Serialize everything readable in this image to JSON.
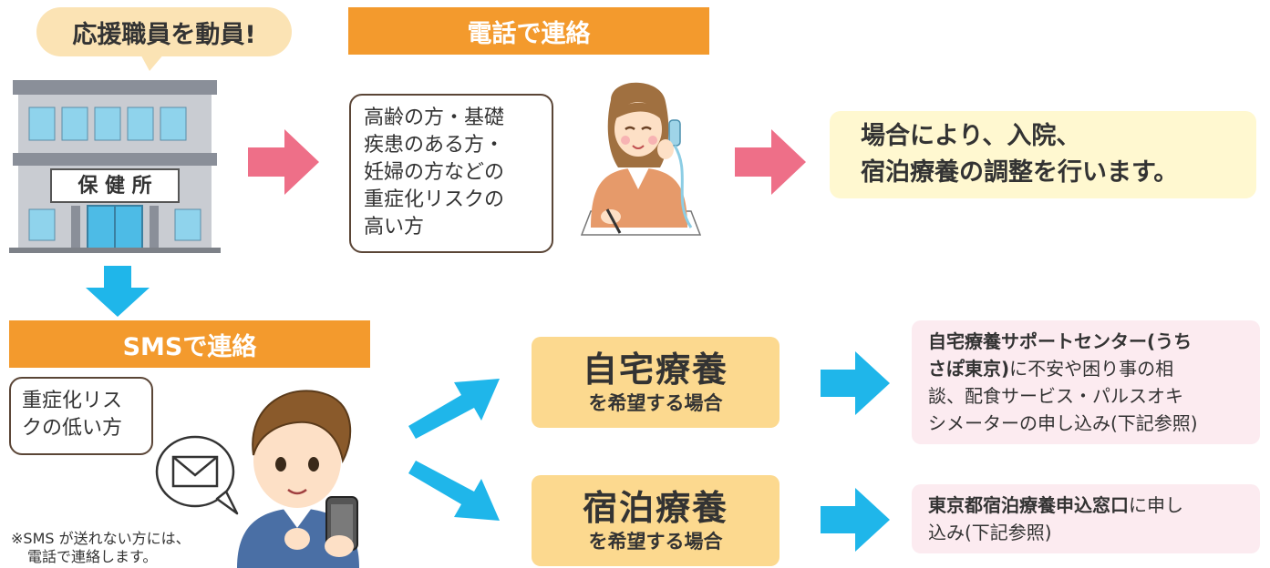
{
  "bubble": {
    "text": "応援職員を動員!"
  },
  "building": {
    "sign": "保 健 所"
  },
  "phone": {
    "header": "電話で連絡",
    "target_lines": [
      "高齢の方・基礎",
      "疾患のある方・",
      "妊婦の方などの",
      "重症化リスクの",
      "高い方"
    ]
  },
  "result": {
    "lines": [
      "場合により、入院、",
      "宿泊療養の調整を行います。"
    ]
  },
  "sms": {
    "header": "SMSで連絡",
    "target_lines": [
      "重症化リス",
      "クの低い方"
    ],
    "note_lines": [
      "※SMS が送れない方には、",
      "電話で連絡します。"
    ]
  },
  "options": {
    "home": {
      "title": "自宅療養",
      "subtitle": "を希望する場合"
    },
    "hotel": {
      "title": "宿泊療養",
      "subtitle": "を希望する場合"
    }
  },
  "info": {
    "home": {
      "line1": "自宅療養サポートセンター(うち",
      "line2_bold": "さぽ東京)",
      "line2_rest": "に不安や困り事の相",
      "line3": "談、配食サービス・パルスオキ",
      "line4": "シメーターの申し込み(下記参照)"
    },
    "hotel": {
      "line1_bold": "東京都宿泊療養申込窓口",
      "line1_rest": "に申し",
      "line2": "込み(下記参照)"
    }
  },
  "colors": {
    "orange": "#f39a2d",
    "pink_arrow": "#ee6f88",
    "blue_arrow": "#1fb6ea",
    "yellow_box": "#fcd98f",
    "pink_box": "#fcebf0",
    "result_box": "#fff8d0"
  }
}
